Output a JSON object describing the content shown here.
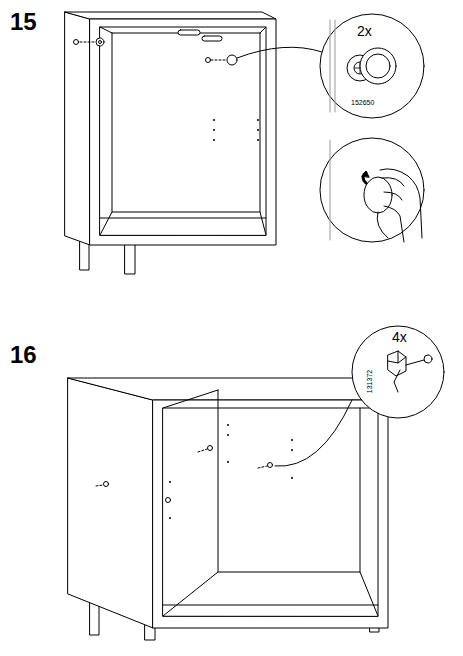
{
  "diagram": {
    "labels": [
      "15",
      "2x",
      "152650",
      "16",
      "4x",
      "131372"
    ]
  }
}
